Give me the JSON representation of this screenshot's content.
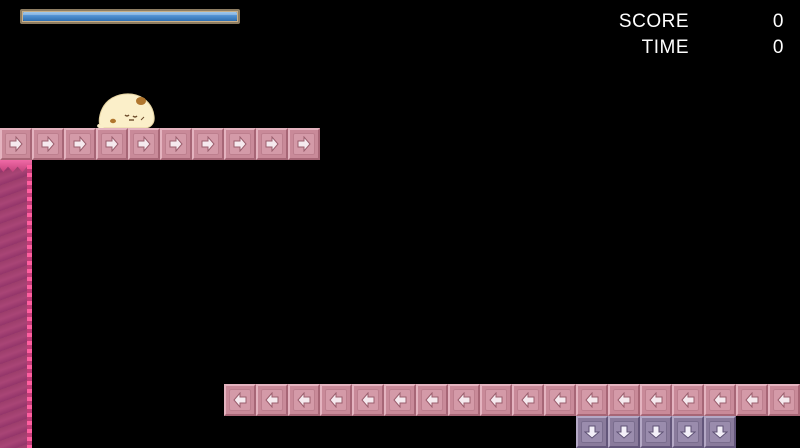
{
  "hud": {
    "score_label": "SCORE",
    "score_value": "0",
    "time_label": "TIME",
    "time_value": "0"
  },
  "gauge": {
    "level": 1.0,
    "fill_color": "#4f8fd0",
    "frame_color": "#8e7d62"
  },
  "character": {
    "icon": "blob-character-icon",
    "body_color": "#fbefc9",
    "spot_color": "#b0762e"
  },
  "tiles": {
    "top_row": {
      "direction": "right",
      "count": 10,
      "color": "#c98a99"
    },
    "bottom_row": {
      "direction": "left",
      "count": 18,
      "color": "#c98a99"
    },
    "down_row": {
      "direction": "down",
      "count": 5,
      "color": "#8a7b9c"
    }
  },
  "wall": {
    "color": "#9c3d6b",
    "edge_color": "#ff5fa0"
  }
}
